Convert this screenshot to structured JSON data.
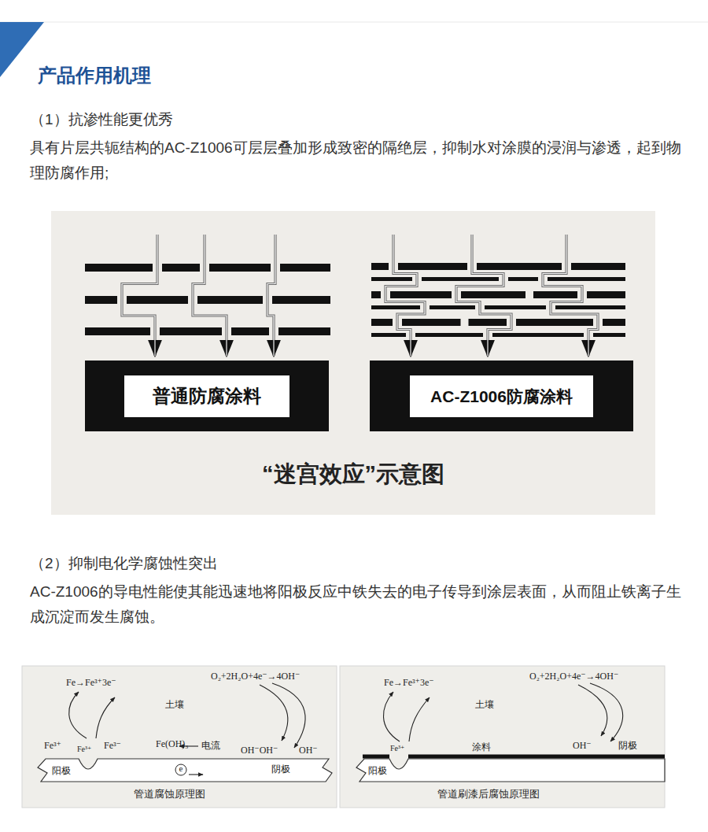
{
  "diagram": {
    "title": "产品作用机理",
    "nodes": [
      {
        "text": [
          "普通防腐涂料"
        ]
      },
      {
        "text": [
          "AC-Z1006防腐涂料"
        ]
      }
    ],
    "labels": [
      "（1）抗渗性能更优秀",
      "具有片层共轭结构的AC-Z1006可层层叠加形成致密的隔绝层，抑制水对涂膜的浸润与渗透，起到物理防腐作用;",
      "“迷宫效应”示意图",
      "（2）抑制电化学腐蚀性突出",
      "AC-Z1006的导电性能使其能迅速地将阳极反应中铁失去的电子传导到涂层表面，从而阻止铁离子生成沉淀而发生腐蚀。",
      "Fe→Fe³⁺3e⁻",
      "O₂+2H₂O+4e⁻→4OH⁻",
      "土壤",
      "Fe³⁺",
      "Fe³⁺",
      "Fe³⁻",
      "Fe(OH)₃",
      "OH⁻OH⁻",
      "OH⁻",
      "阳极",
      "电流",
      "e",
      "阴极",
      "管道腐蚀原理图",
      "Fe→Fe³⁺3e⁻",
      "O₂+2H₂O+4e⁻→4OH⁻",
      "土壤",
      "Fe³⁺",
      "涂料",
      "OH⁻",
      "阴极",
      "阳极",
      "管道刷漆后腐蚀原理图"
    ]
  }
}
